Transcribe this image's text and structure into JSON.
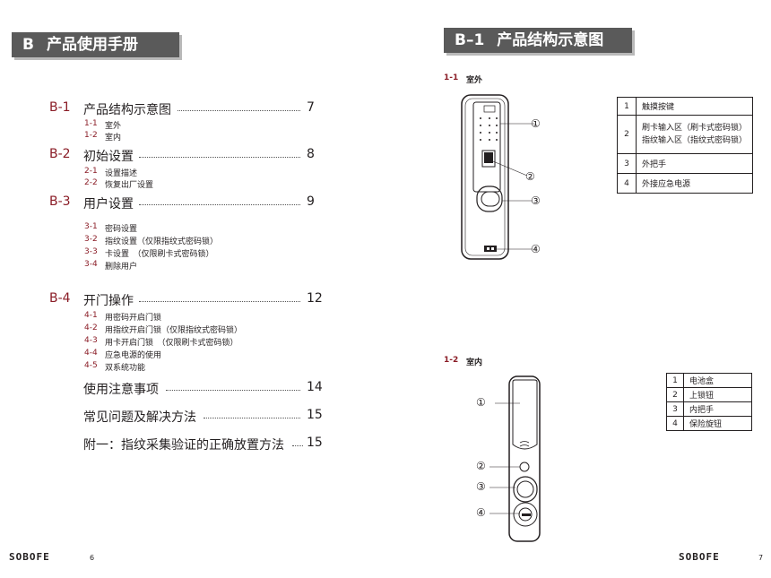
{
  "left": {
    "banner": {
      "code": "B",
      "title": "产品使用手册"
    },
    "toc": [
      {
        "code": "B-1",
        "title": "产品结构示意图",
        "page": "7",
        "subs": [
          {
            "code": "1-1",
            "text": "室外"
          },
          {
            "code": "1-2",
            "text": "室内"
          }
        ]
      },
      {
        "code": "B-2",
        "title": "初始设置",
        "page": "8",
        "subs": [
          {
            "code": "2-1",
            "text": "设置描述"
          },
          {
            "code": "2-2",
            "text": "恢复出厂设置"
          }
        ]
      },
      {
        "code": "B-3",
        "title": "用户设置",
        "page": "9",
        "subs": [
          {
            "code": "3-1",
            "text": "密码设置"
          },
          {
            "code": "3-2",
            "text": "指纹设置（仅限指纹式密码锁）"
          },
          {
            "code": "3-3",
            "text": "卡设置　（仅限刷卡式密码锁）"
          },
          {
            "code": "3-4",
            "text": "删除用户"
          }
        ]
      },
      {
        "code": "B-4",
        "title": "开门操作",
        "page": "12",
        "subs": [
          {
            "code": "4-1",
            "text": "用密码开启门锁"
          },
          {
            "code": "4-2",
            "text": "用指纹开启门锁（仅限指纹式密码锁）"
          },
          {
            "code": "4-3",
            "text": "用卡开启门锁　（仅限刷卡式密码锁）"
          },
          {
            "code": "4-4",
            "text": "应急电源的使用"
          },
          {
            "code": "4-5",
            "text": "双系统功能"
          }
        ]
      },
      {
        "code": "",
        "title": "使用注意事项",
        "page": "14",
        "subs": []
      },
      {
        "code": "",
        "title": "常见问题及解决方法",
        "page": "15",
        "subs": []
      },
      {
        "code": "",
        "title": "附一：指纹采集验证的正确放置方法",
        "page": "15",
        "subs": []
      }
    ],
    "brand": "SOBOFE",
    "page_number": "6"
  },
  "right": {
    "banner": {
      "code": "B–1",
      "title": "产品结构示意图"
    },
    "outdoor": {
      "code": "1-1",
      "title": "室外",
      "callouts": [
        "①",
        "②",
        "③",
        "④"
      ],
      "legend": [
        {
          "num": "1",
          "lines": [
            "触摸按键"
          ]
        },
        {
          "num": "2",
          "lines": [
            "刷卡输入区（刷卡式密码锁）",
            "指纹输入区（指纹式密码锁）"
          ]
        },
        {
          "num": "3",
          "lines": [
            "外把手"
          ]
        },
        {
          "num": "4",
          "lines": [
            "外接应急电源"
          ]
        }
      ]
    },
    "indoor": {
      "code": "1-2",
      "title": "室内",
      "callouts": [
        "①",
        "②",
        "③",
        "④"
      ],
      "legend": [
        {
          "num": "1",
          "lines": [
            "电池盒"
          ]
        },
        {
          "num": "2",
          "lines": [
            "上锁钮"
          ]
        },
        {
          "num": "3",
          "lines": [
            "内把手"
          ]
        },
        {
          "num": "4",
          "lines": [
            "保险旋钮"
          ]
        }
      ]
    },
    "brand": "SOBOFE",
    "page_number": "7"
  }
}
